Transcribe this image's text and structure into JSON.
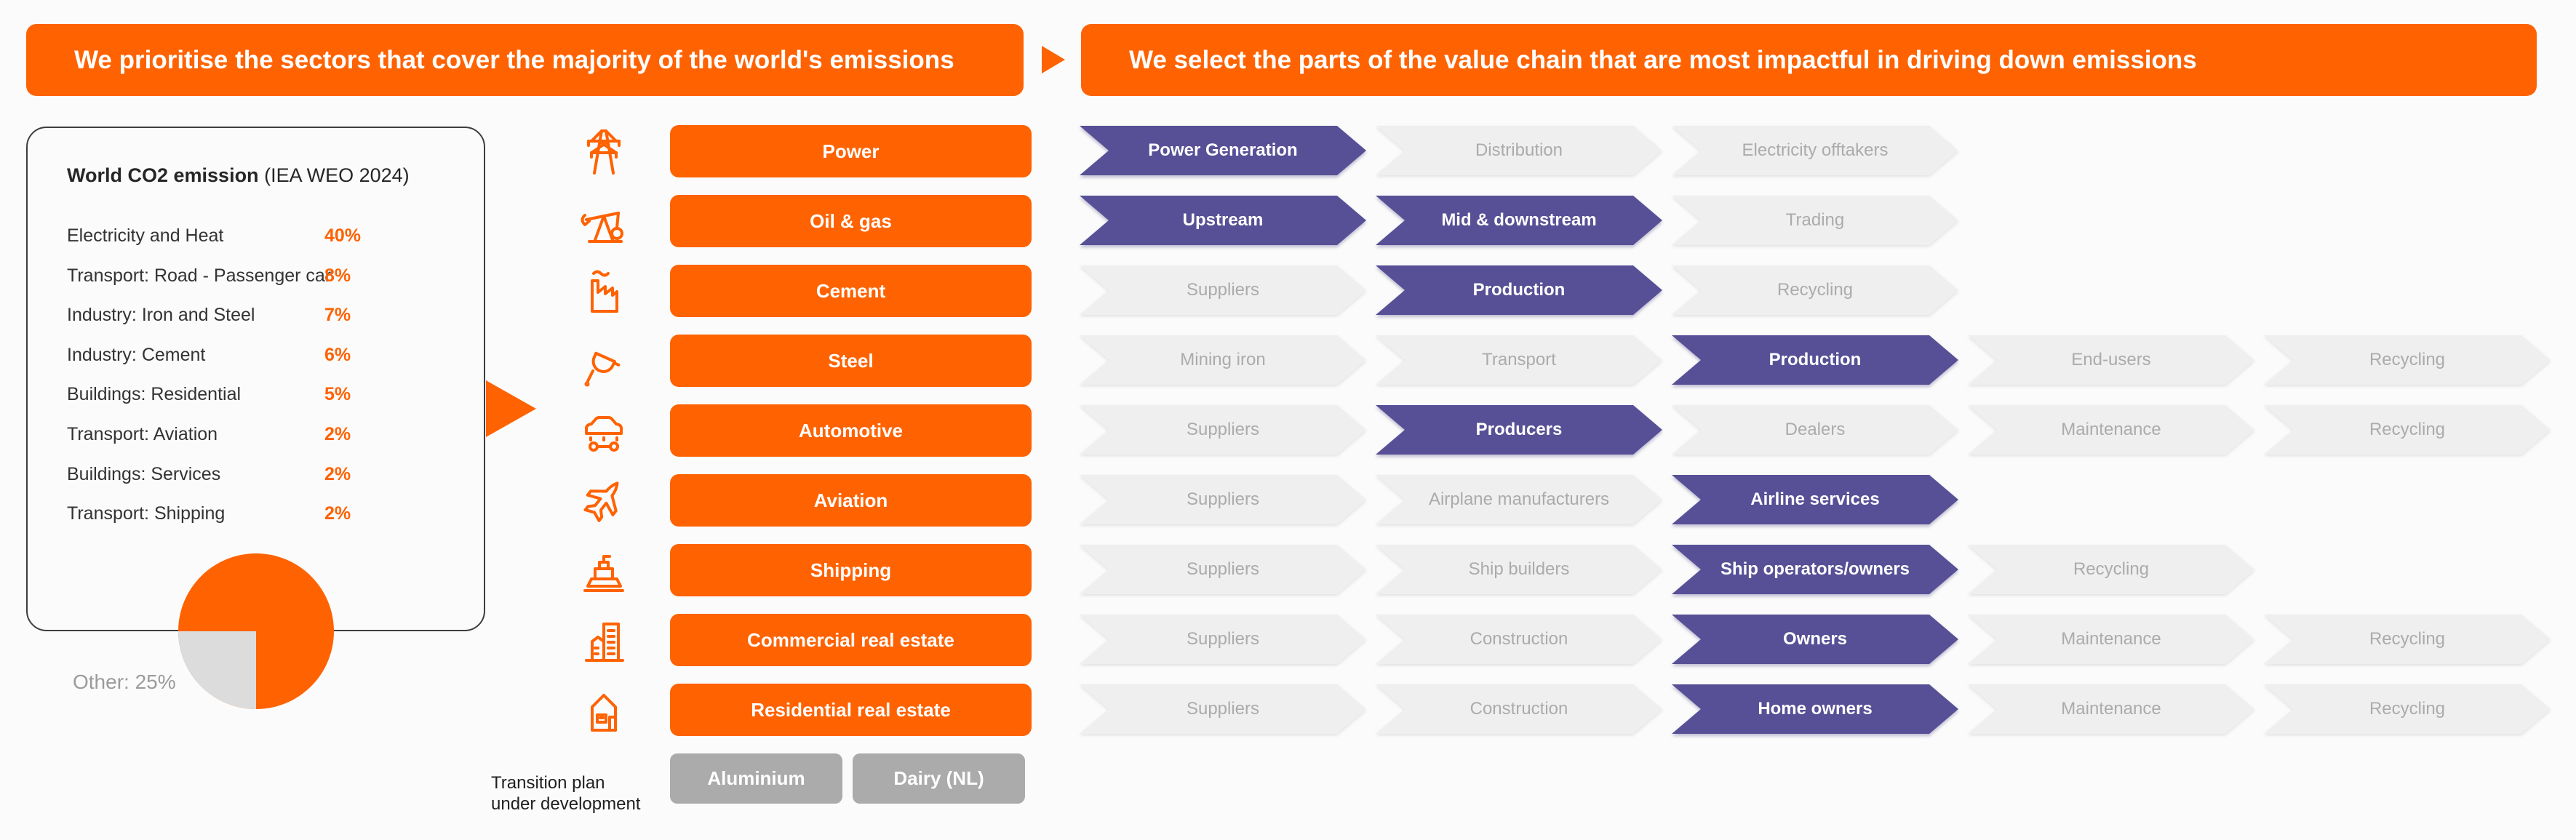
{
  "colors": {
    "orange": "#FF6200",
    "purple": "#575096",
    "chevron_gray_bg": "#EFEFEF",
    "chevron_gray_text": "#ABABAB",
    "gray_button_bg": "#ABABAB",
    "pie_other_gray": "#DCDCDC",
    "box_border": "#3E3E3E",
    "other_label_gray": "#9B9B9B"
  },
  "banners": {
    "left": "We prioritise the sectors that cover the majority of the world's emissions",
    "right": "We select the parts of the value chain that are most impactful in driving down emissions"
  },
  "emissions_box": {
    "title": "World CO2 emission",
    "source": "(IEA WEO 2024)",
    "rows": [
      {
        "label": "Electricity and Heat",
        "value": "40%"
      },
      {
        "label": "Transport: Road - Passenger car",
        "value": "8%"
      },
      {
        "label": "Industry: Iron and Steel",
        "value": "7%"
      },
      {
        "label": "Industry: Cement",
        "value": "6%"
      },
      {
        "label": "Buildings: Residential",
        "value": "5%"
      },
      {
        "label": "Transport: Aviation",
        "value": "2%"
      },
      {
        "label": "Buildings: Services",
        "value": "2%"
      },
      {
        "label": "Transport: Shipping",
        "value": "2%"
      }
    ],
    "other_label": "Other: 25%"
  },
  "chart_data": {
    "type": "pie",
    "title": "World CO2 emission (IEA WEO 2024)",
    "slices": [
      {
        "label": "Prioritised sectors",
        "value": 75,
        "color": "#FF6200"
      },
      {
        "label": "Other",
        "value": 25,
        "color": "#DCDCDC"
      }
    ],
    "breakdown": [
      {
        "label": "Electricity and Heat",
        "value": 40
      },
      {
        "label": "Transport: Road - Passenger car",
        "value": 8
      },
      {
        "label": "Industry: Iron and Steel",
        "value": 7
      },
      {
        "label": "Industry: Cement",
        "value": 6
      },
      {
        "label": "Buildings: Residential",
        "value": 5
      },
      {
        "label": "Transport: Aviation",
        "value": 2
      },
      {
        "label": "Buildings: Services",
        "value": 2
      },
      {
        "label": "Transport: Shipping",
        "value": 2
      },
      {
        "label": "Other",
        "value": 25
      }
    ],
    "legend_position": "none",
    "grid": false
  },
  "sectors": [
    {
      "name": "Power",
      "icon": "transmission-tower-icon",
      "chain": [
        {
          "label": "Power Generation",
          "active": true
        },
        {
          "label": "Distribution",
          "active": false
        },
        {
          "label": "Electricity offtakers",
          "active": false
        }
      ]
    },
    {
      "name": "Oil & gas",
      "icon": "oil-pumpjack-icon",
      "chain": [
        {
          "label": "Upstream",
          "active": true
        },
        {
          "label": "Mid & downstream",
          "active": true
        },
        {
          "label": "Trading",
          "active": false
        }
      ]
    },
    {
      "name": "Cement",
      "icon": "factory-icon",
      "chain": [
        {
          "label": "Suppliers",
          "active": false
        },
        {
          "label": "Production",
          "active": true
        },
        {
          "label": "Recycling",
          "active": false
        }
      ]
    },
    {
      "name": "Steel",
      "icon": "steel-ladle-icon",
      "chain": [
        {
          "label": "Mining iron",
          "active": false
        },
        {
          "label": "Transport",
          "active": false
        },
        {
          "label": "Production",
          "active": true
        },
        {
          "label": "End-users",
          "active": false
        },
        {
          "label": "Recycling",
          "active": false
        }
      ]
    },
    {
      "name": "Automotive",
      "icon": "car-icon",
      "chain": [
        {
          "label": "Suppliers",
          "active": false
        },
        {
          "label": "Producers",
          "active": true
        },
        {
          "label": "Dealers",
          "active": false
        },
        {
          "label": "Maintenance",
          "active": false
        },
        {
          "label": "Recycling",
          "active": false
        }
      ]
    },
    {
      "name": "Aviation",
      "icon": "airplane-icon",
      "chain": [
        {
          "label": "Suppliers",
          "active": false
        },
        {
          "label": "Airplane manufacturers",
          "active": false
        },
        {
          "label": "Airline services",
          "active": true
        }
      ]
    },
    {
      "name": "Shipping",
      "icon": "ship-icon",
      "chain": [
        {
          "label": "Suppliers",
          "active": false
        },
        {
          "label": "Ship builders",
          "active": false
        },
        {
          "label": "Ship operators/owners",
          "active": true
        },
        {
          "label": "Recycling",
          "active": false
        }
      ]
    },
    {
      "name": "Commercial real estate",
      "icon": "office-buildings-icon",
      "chain": [
        {
          "label": "Suppliers",
          "active": false
        },
        {
          "label": "Construction",
          "active": false
        },
        {
          "label": "Owners",
          "active": true
        },
        {
          "label": "Maintenance",
          "active": false
        },
        {
          "label": "Recycling",
          "active": false
        }
      ]
    },
    {
      "name": "Residential real estate",
      "icon": "house-icon",
      "chain": [
        {
          "label": "Suppliers",
          "active": false
        },
        {
          "label": "Construction",
          "active": false
        },
        {
          "label": "Home owners",
          "active": true
        },
        {
          "label": "Maintenance",
          "active": false
        },
        {
          "label": "Recycling",
          "active": false
        }
      ]
    }
  ],
  "transition_plan": {
    "label_line1": "Transition plan",
    "label_line2": "under development",
    "items": [
      "Aluminium",
      "Dairy (NL)"
    ]
  }
}
